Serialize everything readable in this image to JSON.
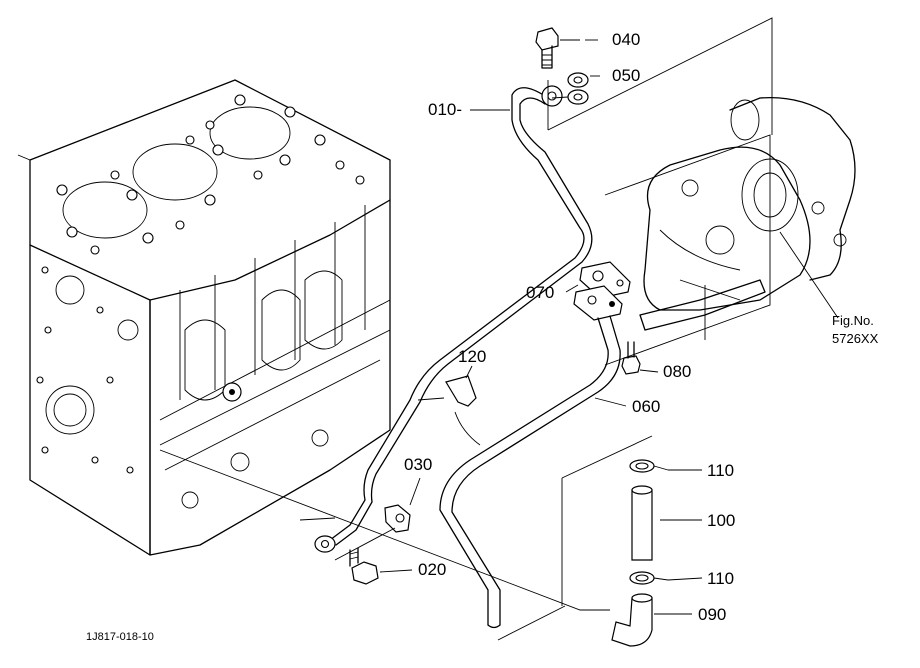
{
  "parts": [
    {
      "id": "p010",
      "number": "010-"
    },
    {
      "id": "p020",
      "number": "020"
    },
    {
      "id": "p030",
      "number": "030"
    },
    {
      "id": "p040",
      "number": "040"
    },
    {
      "id": "p050",
      "number": "050"
    },
    {
      "id": "p060",
      "number": "060"
    },
    {
      "id": "p070",
      "number": "070"
    },
    {
      "id": "p080",
      "number": "080"
    },
    {
      "id": "p090",
      "number": "090"
    },
    {
      "id": "p100",
      "number": "100"
    },
    {
      "id": "p110a",
      "number": "110"
    },
    {
      "id": "p110b",
      "number": "110"
    },
    {
      "id": "p120",
      "number": "120"
    }
  ],
  "figure_ref": {
    "line1": "Fig.No.",
    "line2": "5726XX"
  },
  "drawing_code": "1J817-018-10"
}
